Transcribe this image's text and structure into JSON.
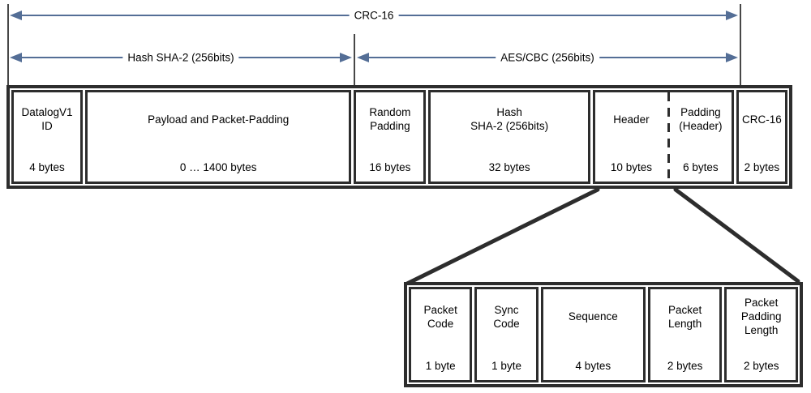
{
  "diagram": {
    "colors": {
      "arrow": "#546e96",
      "border": "#2d2d2d",
      "text": "#000000"
    },
    "top_arrows": [
      {
        "label": "CRC-16"
      },
      {
        "label": "Hash SHA-2 (256bits)"
      },
      {
        "label": "AES/CBC (256bits)"
      }
    ],
    "main_row": {
      "fields": [
        {
          "name": "DatalogV1\nID",
          "size": "4 bytes"
        },
        {
          "name": "Payload and Packet-Padding",
          "size": "0 … 1400 bytes"
        },
        {
          "name": "Random\nPadding",
          "size": "16 bytes"
        },
        {
          "name": "Hash\nSHA-2 (256bits)",
          "size": "32 bytes"
        },
        {
          "name": "Header",
          "size": "10 bytes"
        },
        {
          "name": "Padding\n(Header)",
          "size": "6 bytes"
        },
        {
          "name": "CRC-16",
          "size": "2 bytes"
        }
      ]
    },
    "header_detail_row": {
      "fields": [
        {
          "name": "Packet\nCode",
          "size": "1 byte"
        },
        {
          "name": "Sync\nCode",
          "size": "1 byte"
        },
        {
          "name": "Sequence",
          "size": "4 bytes"
        },
        {
          "name": "Packet\nLength",
          "size": "2 bytes"
        },
        {
          "name": "Packet\nPadding\nLength",
          "size": "2 bytes"
        }
      ]
    }
  }
}
